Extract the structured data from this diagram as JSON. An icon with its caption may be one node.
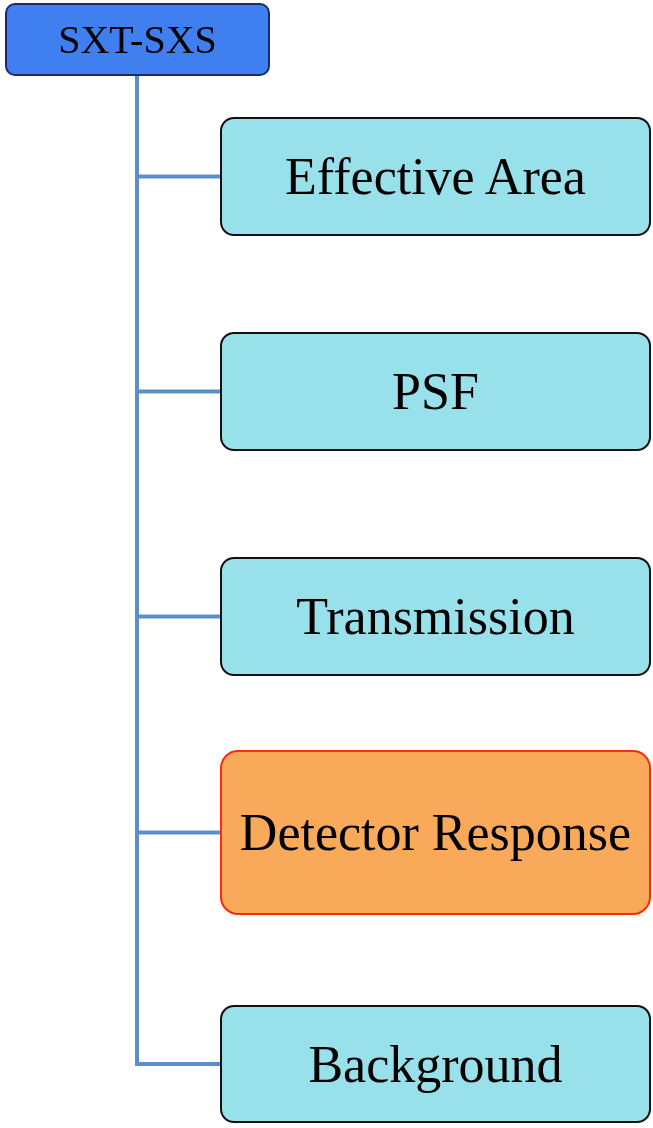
{
  "diagram": {
    "nodes": [
      {
        "text": [
          "SXT-SXS"
        ]
      },
      {
        "text": [
          "Effective Area"
        ]
      },
      {
        "text": [
          "PSF"
        ]
      },
      {
        "text": [
          "Transmission"
        ]
      },
      {
        "text": [
          "Detector Response"
        ]
      },
      {
        "text": [
          "Background"
        ]
      }
    ],
    "edges": [
      {
        "from": 0,
        "to": 1,
        "arrow": "none"
      },
      {
        "from": 0,
        "to": 2,
        "arrow": "none"
      },
      {
        "from": 0,
        "to": 3,
        "arrow": "none"
      },
      {
        "from": 0,
        "to": 4,
        "arrow": "none"
      },
      {
        "from": 0,
        "to": 5,
        "arrow": "none"
      }
    ]
  }
}
